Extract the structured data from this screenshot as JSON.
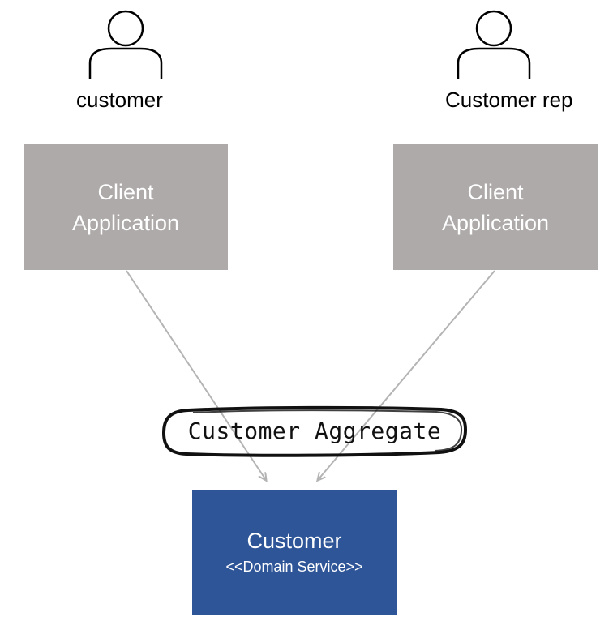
{
  "actors": [
    {
      "label": "customer"
    },
    {
      "label": "Customer rep"
    }
  ],
  "clients": [
    {
      "line1": "Client",
      "line2": "Application"
    },
    {
      "line1": "Client",
      "line2": "Application"
    }
  ],
  "aggregate": {
    "label": "Customer Aggregate"
  },
  "service": {
    "title": "Customer",
    "stereotype": "<<Domain Service>>"
  },
  "colors": {
    "client_fill": "#aeaaa9",
    "service_fill": "#2e5597",
    "connector": "#b4b4b4",
    "text_on_box": "#ffffff"
  }
}
